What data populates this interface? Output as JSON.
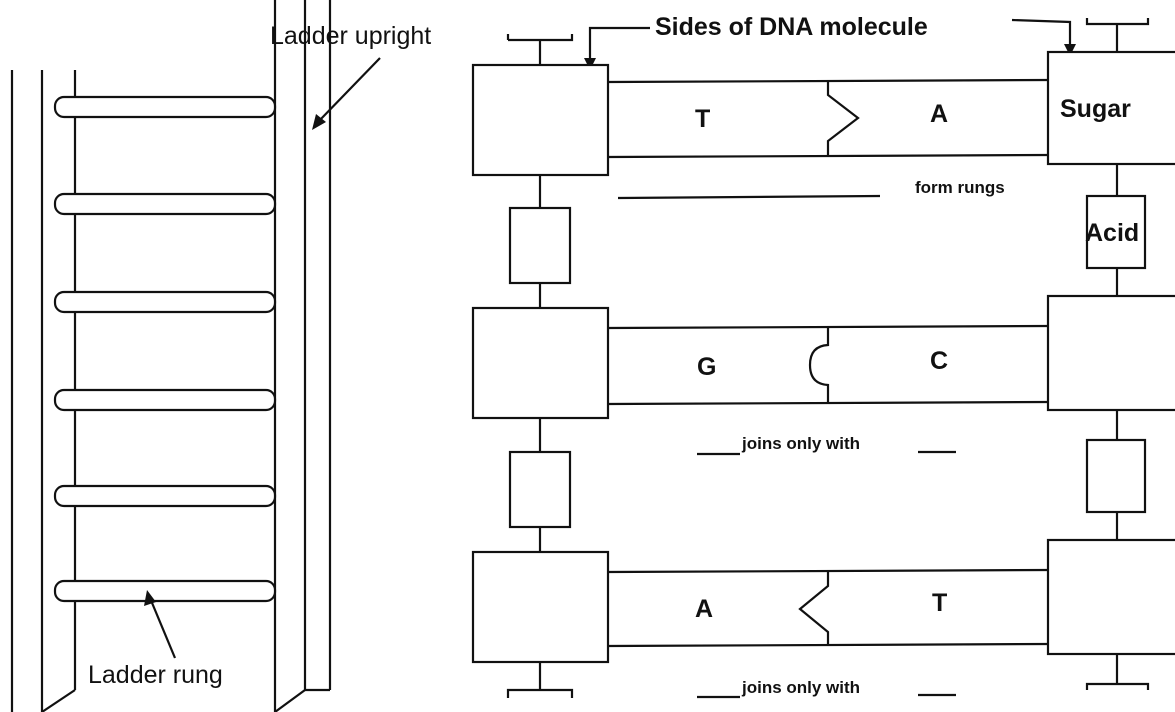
{
  "labels": {
    "ladder_upright": "Ladder upright",
    "sides_of_dna": "Sides of DNA molecule",
    "ladder_rung": "Ladder rung",
    "sugar": "Sugar",
    "acid": "Acid"
  },
  "pairs": [
    {
      "left_base": "T",
      "right_base": "A",
      "caption": "form rungs"
    },
    {
      "left_base": "G",
      "right_base": "C",
      "caption": "joins only with"
    },
    {
      "left_base": "A",
      "right_base": "T",
      "caption": "joins only with"
    }
  ]
}
